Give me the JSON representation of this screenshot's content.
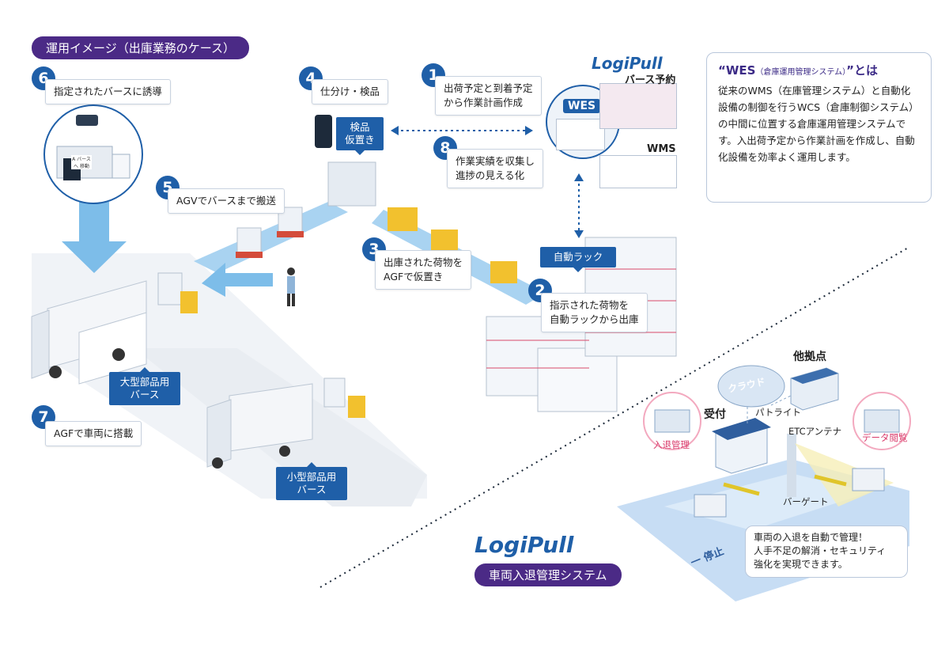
{
  "title_pill": "運用イメージ（出庫業務のケース）",
  "steps": [
    {
      "num": "6",
      "text": "指定されたバースに誘導"
    },
    {
      "num": "4",
      "text": "仕分け・検品"
    },
    {
      "num": "1",
      "text_line1": "出荷予定と到着予定",
      "text_line2": "から作業計画作成"
    },
    {
      "num": "8",
      "text_line1": "作業実績を収集し",
      "text_line2": "進捗の見える化"
    },
    {
      "num": "5",
      "text": "AGVでバースまで搬送"
    },
    {
      "num": "3",
      "text_line1": "出庫された荷物を",
      "text_line2": "AGFで仮置き"
    },
    {
      "num": "2",
      "text_line1": "指示された荷物を",
      "text_line2": "自動ラックから出庫"
    },
    {
      "num": "7",
      "text": "AGFで車両に搭載"
    }
  ],
  "tags": {
    "kenpin_line1": "検品",
    "kenpin_line2": "仮置き",
    "auto_rack": "自動ラック",
    "large_berth_line1": "大型部品用",
    "large_berth_line2": "バース",
    "small_berth_line1": "小型部品用",
    "small_berth_line2": "バース"
  },
  "logo_top": {
    "text": "LogiPull",
    "subtitle": "バース予約"
  },
  "wes_label": "WES",
  "wms_label": "WMS",
  "truck_screen_text": "A バースへ 移動",
  "wes_note": {
    "title_prefix": "“WES",
    "title_small": "（倉庫運用管理システム）",
    "title_suffix": "”とは",
    "body": "従来のWMS（在庫管理システム）と自動化設備の制御を行うWCS（倉庫制御システム）の中間に位置する倉庫運用管理システムです。入出荷予定から作業計画を作成し、自動化設備を効率よく運用します。"
  },
  "vehicle_system": {
    "other_site": "他拠点",
    "cloud": "クラウド",
    "reception": "受付",
    "patlight": "パトライト",
    "etc_antenna": "ETCアンテナ",
    "entry_management": "入退管理",
    "data_view": "データ閲覧",
    "bar_gate": "バーゲート",
    "road_sign": "一 停止",
    "note_line1": "車両の入退を自動で管理！",
    "note_line2": "人手不足の解消・セキュリティ",
    "note_line3": "強化を実現できます。",
    "logo": "LogiPull",
    "pill": "車両入退管理システム"
  },
  "colors": {
    "primary": "#1f5fa8",
    "purple": "#4b2a86",
    "pink": "#d93a6a",
    "light_blue": "#8fc3ea"
  }
}
